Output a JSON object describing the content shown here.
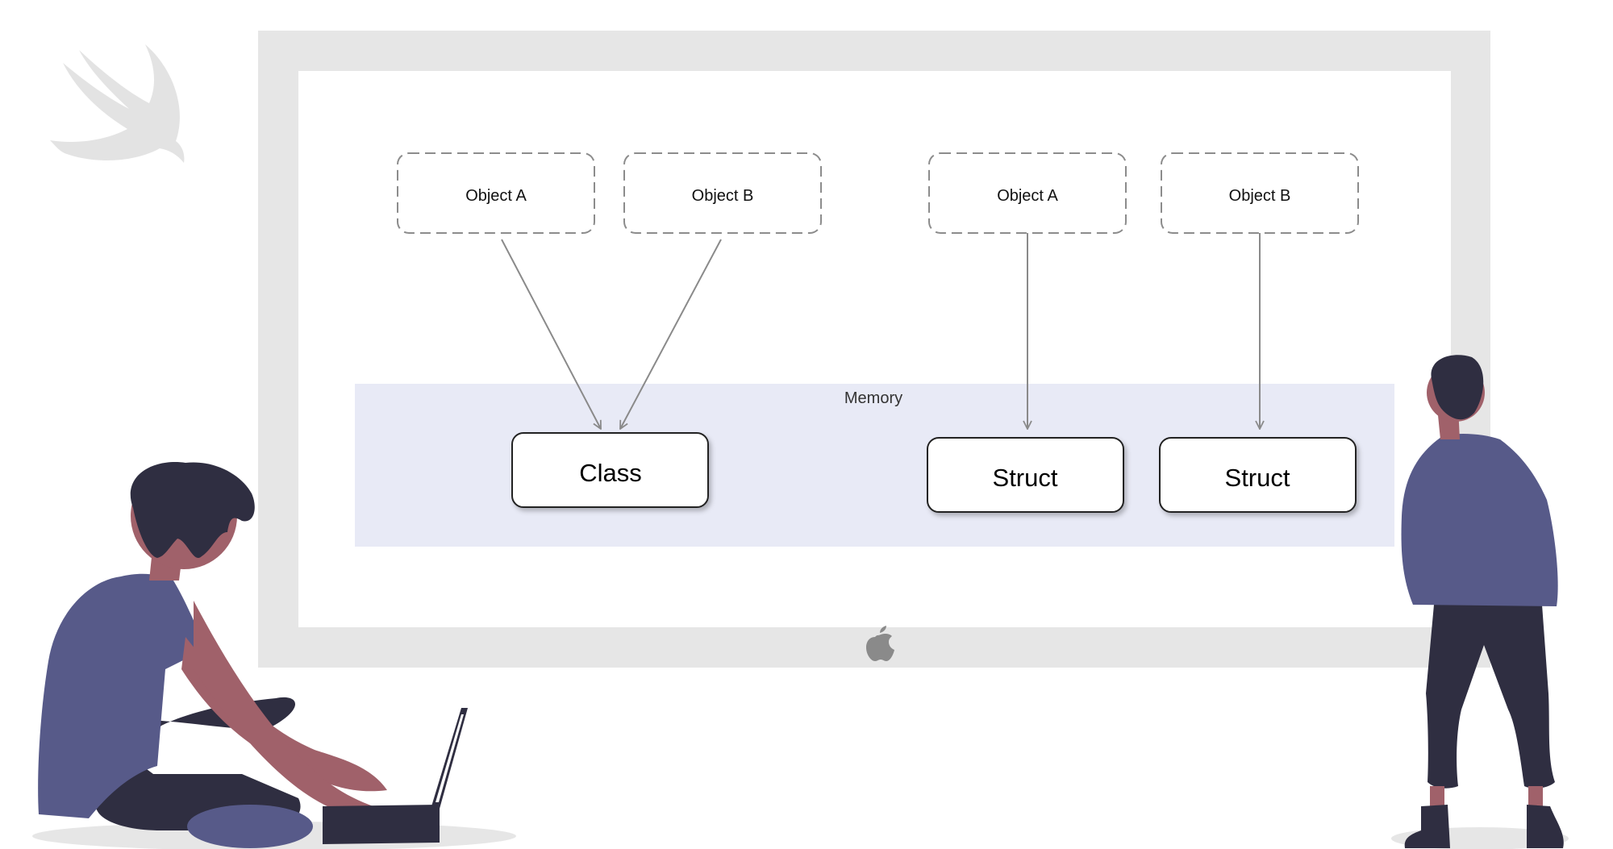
{
  "diagram": {
    "memory_label": "Memory",
    "class_section": {
      "objects": [
        {
          "label": "Object A"
        },
        {
          "label": "Object B"
        }
      ],
      "target_label": "Class"
    },
    "struct_section": {
      "objects": [
        {
          "label": "Object A",
          "target_label": "Struct"
        },
        {
          "label": "Object B",
          "target_label": "Struct"
        }
      ]
    }
  },
  "colors": {
    "monitor_frame": "#e6e6e6",
    "memory_region": "#e8eaf6",
    "dashed_border": "#8c8c8c",
    "arrow": "#8a8a8a",
    "shirt": "#575a89",
    "skin": "#a0616a",
    "hair_pants": "#2f2e41"
  },
  "icons": [
    "swift-logo-icon",
    "apple-logo-icon",
    "laptop-icon"
  ]
}
